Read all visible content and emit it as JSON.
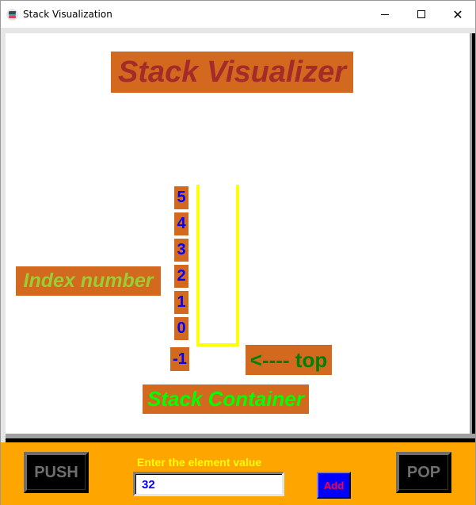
{
  "window": {
    "title": "Stack Visualization",
    "controls": {
      "minimize": "minimize",
      "maximize": "maximize",
      "close": "close"
    }
  },
  "canvas": {
    "heading": "Stack Visualizer",
    "index_label": "Index number",
    "container_label": "Stack Container",
    "top_pointer_label": "<---- top",
    "indices": [
      "5",
      "4",
      "3",
      "2",
      "1",
      "0",
      "-1"
    ],
    "stack_elements": []
  },
  "controls": {
    "push_label": "PUSH",
    "pop_label": "POP",
    "entry_label": "Enter the element value",
    "entry_value": "32",
    "add_label": "Add"
  },
  "colors": {
    "label_bg": "#d2691e",
    "heading_text": "#a52a2a",
    "index_text": "#0000ff",
    "container_outline": "#ffff00",
    "controls_bg": "#ffa500",
    "entry_label_text": "#ffff00",
    "add_bg": "#0000ff",
    "add_text": "#ff0040"
  }
}
